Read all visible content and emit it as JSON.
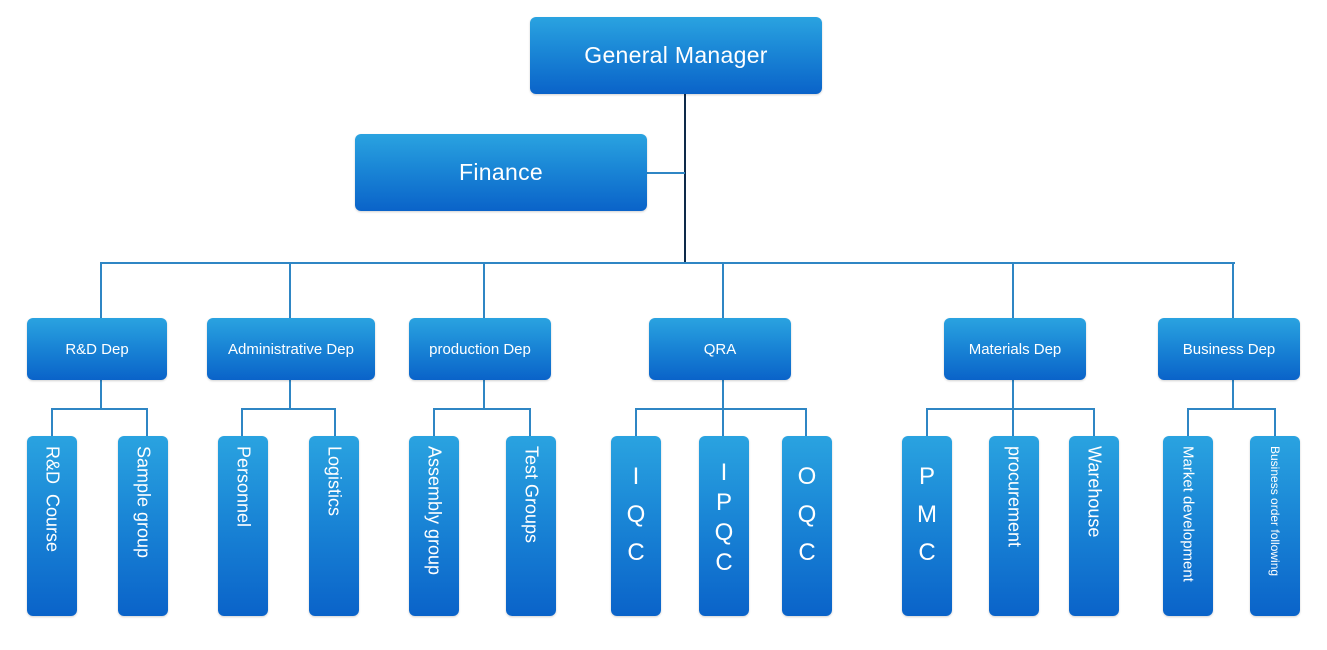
{
  "general_manager": "General Manager",
  "finance": "Finance",
  "departments": [
    {
      "name": "R&D Dep",
      "units": [
        "R&D  Course",
        "Sample group"
      ]
    },
    {
      "name": "Administrative Dep",
      "units": [
        "Personnel",
        "Logistics"
      ]
    },
    {
      "name": "production Dep",
      "units": [
        "Assembly group",
        "Test Groups"
      ]
    },
    {
      "name": "QRA",
      "units": [
        "IQC",
        "IPQC",
        "OQC"
      ]
    },
    {
      "name": "Materials Dep",
      "units": [
        "PMC",
        "procurement",
        "Warehouse"
      ]
    },
    {
      "name": "Business Dep",
      "units": [
        "Market development",
        "Business order following"
      ]
    }
  ],
  "colors": {
    "box_top": "#2aa3e0",
    "box_bottom": "#0a63c9",
    "connector": "#2f86c4",
    "trunk": "#0e2a4a",
    "text": "#ffffff"
  }
}
